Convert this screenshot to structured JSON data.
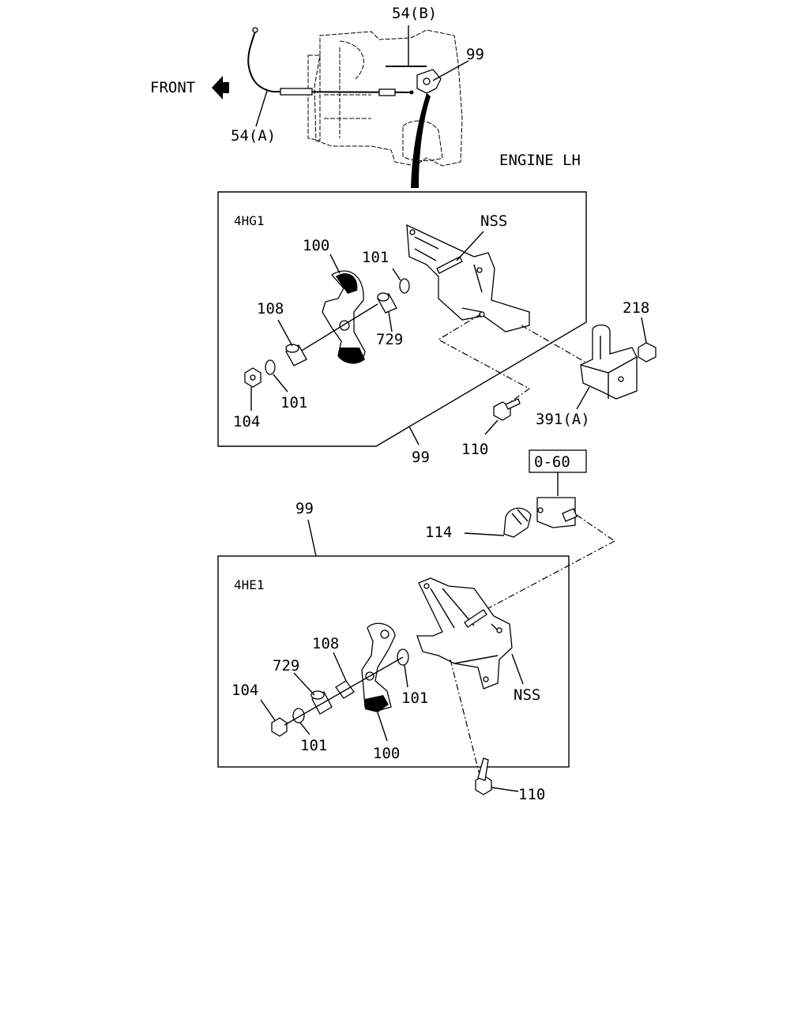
{
  "top_view": {
    "front_label": "FRONT",
    "engine_label": "ENGINE LH",
    "cable_a_label": "54(A)",
    "cable_b_label": "54(B)",
    "bracket_label": "99"
  },
  "panel_4hg1": {
    "title": "4HG1",
    "callouts": {
      "nss": "NSS",
      "p100": "100",
      "p101_top": "101",
      "p108": "108",
      "p729": "729",
      "p104": "104",
      "p101_bottom": "101",
      "p99": "99",
      "p110": "110",
      "p218": "218",
      "p391": "391(A)"
    }
  },
  "reference_box": {
    "label": "0-60"
  },
  "clip_callout": "114",
  "panel_4he1": {
    "title": "4HE1",
    "callouts": {
      "p99": "99",
      "p108": "108",
      "p729": "729",
      "p104": "104",
      "p101_right": "101",
      "p101_bottom": "101",
      "p100": "100",
      "nss": "NSS",
      "p110": "110"
    }
  }
}
